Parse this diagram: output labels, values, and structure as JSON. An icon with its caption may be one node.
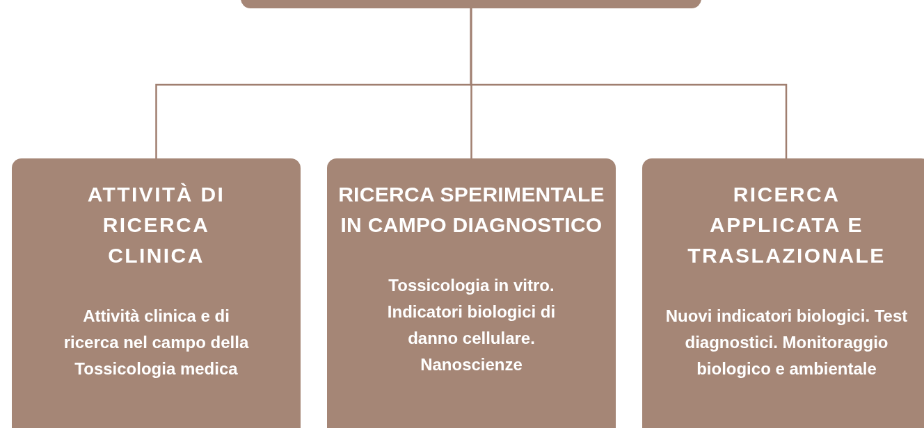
{
  "diagram": {
    "nodes": [
      {
        "text": [],
        "shape": "box"
      },
      {
        "text": [
          "ATTIVITÀ DI RICERCA CLINICA",
          "Attività clinica e di ricerca nel campo della Tossicologia medica"
        ]
      },
      {
        "text": [
          "RICERCA SPERIMENTALE IN CAMPO DIAGNOSTICO",
          "Tossicologia in vitro. Indicatori biologici di danno cellulare. Nanoscienze"
        ]
      },
      {
        "text": [
          "RICERCA APPLICATA E TRASLAZIONALE",
          "Nuovi indicatori biologici. Test diagnostici. Monitoraggio biologico e ambientale"
        ]
      }
    ],
    "edges": [
      {
        "from": 0,
        "to": 1,
        "arrow": "none"
      },
      {
        "from": 0,
        "to": 2,
        "arrow": "none"
      },
      {
        "from": 0,
        "to": 3,
        "arrow": "none"
      }
    ]
  }
}
